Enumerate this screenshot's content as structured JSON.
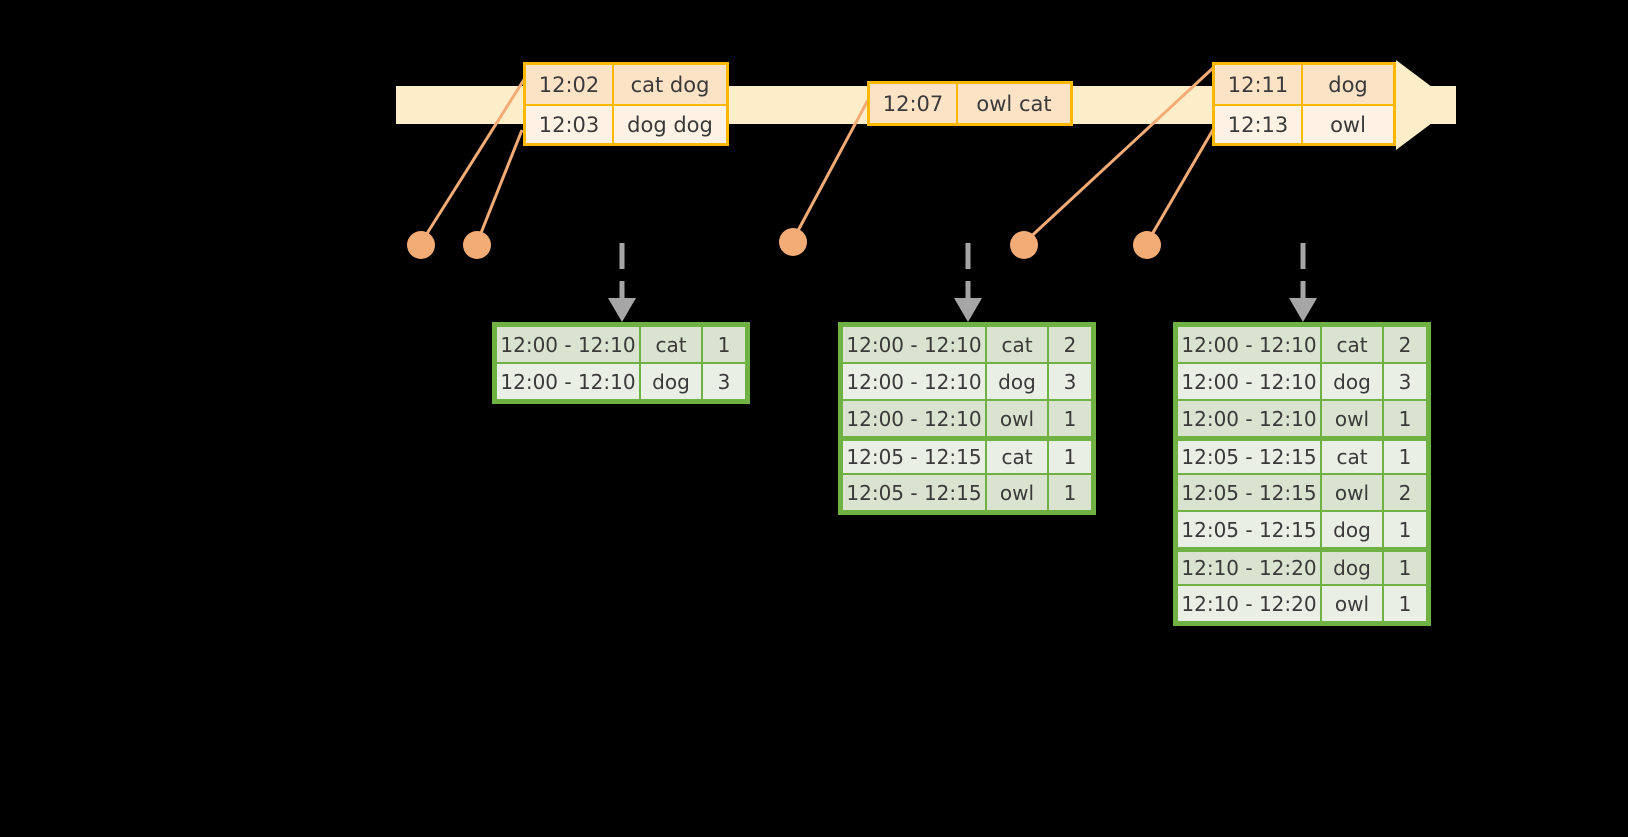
{
  "timeline": {
    "bar_color": "#fdeec9",
    "accent_color": "#ffb800",
    "dot_color": "#f4ac77",
    "arrow_color": "#a6a6a6",
    "event_groups": [
      {
        "name": "group-1",
        "rows": [
          {
            "time": "12:02",
            "value": "cat dog"
          },
          {
            "time": "12:03",
            "value": "dog dog"
          }
        ]
      },
      {
        "name": "group-2",
        "rows": [
          {
            "time": "12:07",
            "value": "owl cat"
          }
        ]
      },
      {
        "name": "group-3",
        "rows": [
          {
            "time": "12:11",
            "value": "dog"
          },
          {
            "time": "12:13",
            "value": "owl"
          }
        ]
      }
    ]
  },
  "result_tables": [
    {
      "name": "result-table-1",
      "border_color": "#6fb142",
      "rows": [
        {
          "window": "12:00 - 12:10",
          "key": "cat",
          "count": "1",
          "group": 0
        },
        {
          "window": "12:00 - 12:10",
          "key": "dog",
          "count": "3",
          "group": 0
        }
      ]
    },
    {
      "name": "result-table-2",
      "border_color": "#6fb142",
      "rows": [
        {
          "window": "12:00 - 12:10",
          "key": "cat",
          "count": "2",
          "group": 0
        },
        {
          "window": "12:00 - 12:10",
          "key": "dog",
          "count": "3",
          "group": 0
        },
        {
          "window": "12:00 - 12:10",
          "key": "owl",
          "count": "1",
          "group": 0
        },
        {
          "window": "12:05 - 12:15",
          "key": "cat",
          "count": "1",
          "group": 1
        },
        {
          "window": "12:05 - 12:15",
          "key": "owl",
          "count": "1",
          "group": 1
        }
      ]
    },
    {
      "name": "result-table-3",
      "border_color": "#6fb142",
      "rows": [
        {
          "window": "12:00 - 12:10",
          "key": "cat",
          "count": "2",
          "group": 0
        },
        {
          "window": "12:00 - 12:10",
          "key": "dog",
          "count": "3",
          "group": 0
        },
        {
          "window": "12:00 - 12:10",
          "key": "owl",
          "count": "1",
          "group": 0
        },
        {
          "window": "12:05 - 12:15",
          "key": "cat",
          "count": "1",
          "group": 1
        },
        {
          "window": "12:05 - 12:15",
          "key": "owl",
          "count": "2",
          "group": 1
        },
        {
          "window": "12:05 - 12:15",
          "key": "dog",
          "count": "1",
          "group": 1
        },
        {
          "window": "12:10 - 12:20",
          "key": "dog",
          "count": "1",
          "group": 2
        },
        {
          "window": "12:10 - 12:20",
          "key": "owl",
          "count": "1",
          "group": 2
        }
      ]
    }
  ]
}
